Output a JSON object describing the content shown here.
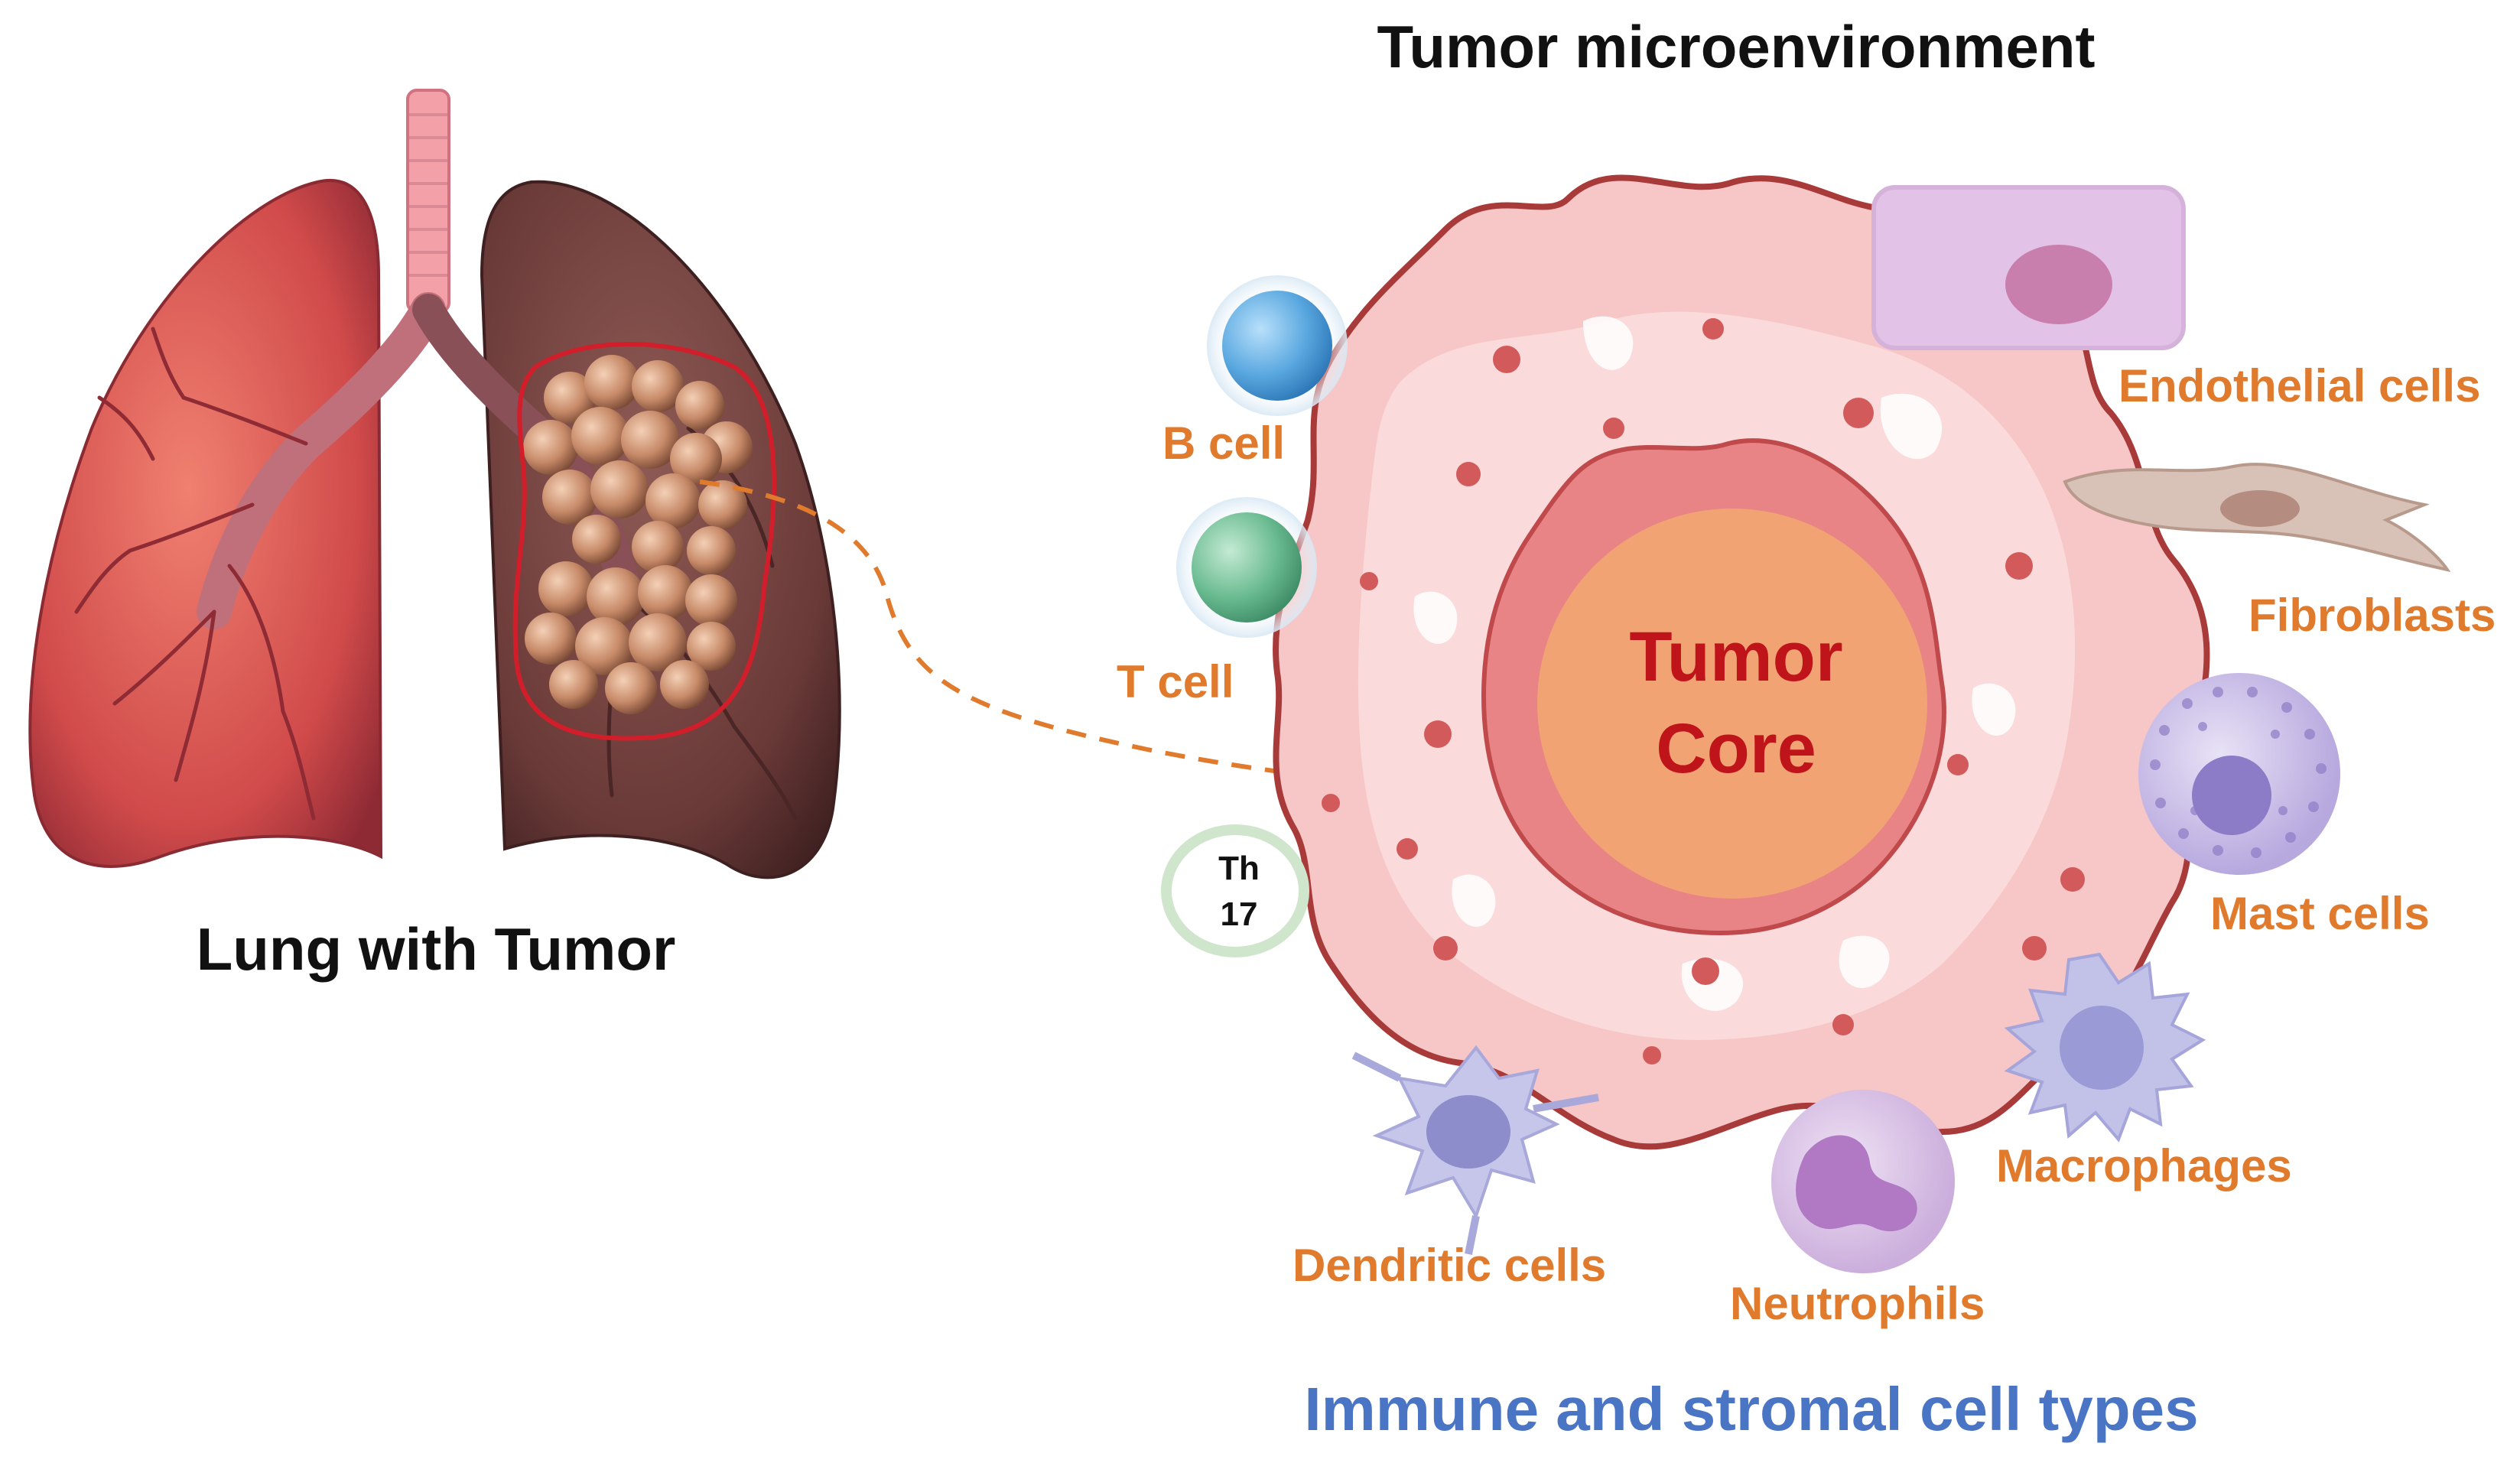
{
  "titles": {
    "tme": "Tumor microenvironment",
    "lung": "Lung with Tumor",
    "bottom": "Immune and stromal cell types"
  },
  "core": {
    "line1": "Tumor",
    "line2": "Core"
  },
  "th17": {
    "line1": "Th",
    "line2": "17"
  },
  "cells": {
    "b_cell": "B cell",
    "t_cell": "T cell",
    "endothelial": "Endothelial cells",
    "fibroblasts": "Fibroblasts",
    "mast": "Mast cells",
    "macrophages": "Macrophages",
    "neutrophils": "Neutrophils",
    "dendritic": "Dendritic cells"
  },
  "colors": {
    "label_orange": "#E07B2E",
    "core_text": "#C0141B",
    "bottom_blue": "#4A74C4",
    "tumor_outline": "#A83A3A",
    "tumor_fill": "#F6C4C4",
    "core_fill": "#F2A374"
  }
}
